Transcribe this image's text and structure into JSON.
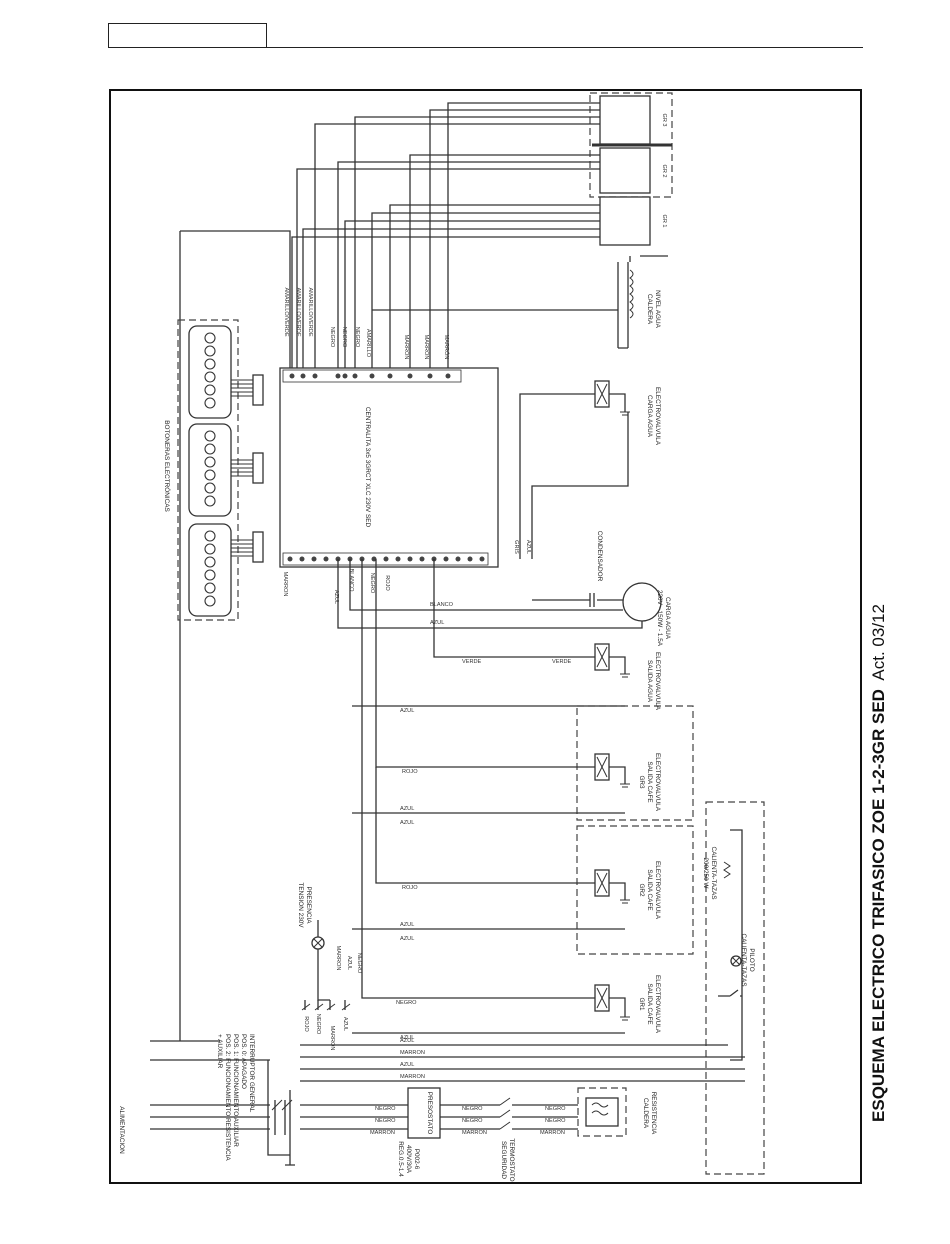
{
  "title": {
    "main": "ESQUEMA ELECTRICO TRIFASICO ZOE 1-2-3GR SED",
    "suffix": "Act. 03/12"
  },
  "central_unit": "CENTRALITA 3x5 3GRCT XLC 230V SED",
  "buttons": "BOTONERAS ELECTRÓNICAS",
  "wire_colors": {
    "amarillo_verde": "AMARILLO/VERDE",
    "negro": "NEGRO",
    "amarillo": "AMARILLO",
    "marron": "MARRÓN",
    "marron_upper": "MARRON",
    "azul": "AZUL",
    "blanco": "BLANCO",
    "rojo": "ROJO",
    "gris": "GRIS",
    "verde": "VERDE"
  },
  "components": {
    "nivel_agua": [
      "NIVEL AGUA",
      "CALDERA"
    ],
    "ev_carga_agua": [
      "ELECTROVALVULA",
      "CARGA AGUA"
    ],
    "condensador": "CONDENSADOR",
    "carga_agua_motor": [
      "CARGA AGUA",
      "220V - 150W - 1.5A"
    ],
    "ev_salida_agua": [
      "ELECTROVALVULA",
      "SALIDA AGUA"
    ],
    "ev_gr3": [
      "ELECTROVALVULA",
      "SALIDA CAFE",
      "GR3"
    ],
    "ev_gr2": [
      "ELECTROVALVULA",
      "SALIDA CAFE",
      "GR2"
    ],
    "ev_gr1": [
      "ELECTROVALVULA",
      "SALIDA CAFE",
      "GR1"
    ],
    "calienta_tazas": [
      "CALIENTA-TAZAS",
      "200/250 W"
    ],
    "piloto": [
      "PILOTO",
      "CALIENTA-TAZAS"
    ],
    "presencia": [
      "PRESENCIA",
      "TENSION 230V"
    ],
    "interruptor": [
      "INTERRUPTOR GENERAL",
      "POS. 0: APAGADO",
      "POS. 1: FUNCIONAMIENTO AUXILIAR",
      "POS. 2: FUNCIONAMIENTO RESISTENCIA",
      "+ AUXILIAR"
    ],
    "alimentacion": "ALIMENTACION",
    "presostato": "PRESOSTATO",
    "presostato_spec": [
      "P002-6",
      "400V/30A",
      "REG.0.5-1.4"
    ],
    "termostato": [
      "TERMOSTATO",
      "SEGURIDAD"
    ],
    "resistencia": [
      "RESISTENCIA",
      "CALDERA"
    ],
    "gr_boxes": [
      "GR 1",
      "GR 2",
      "GR 3"
    ]
  }
}
